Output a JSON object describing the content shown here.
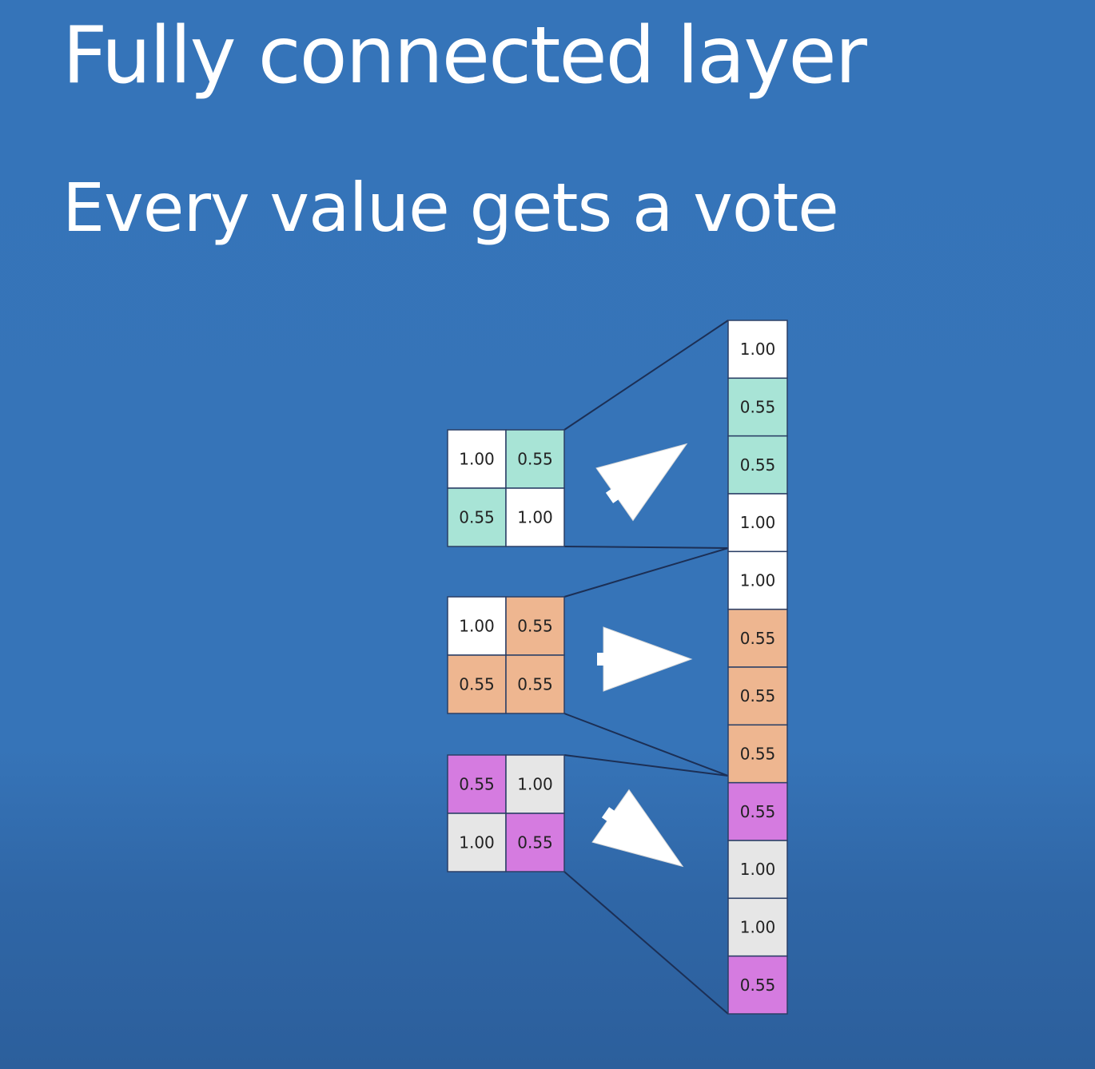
{
  "slide": {
    "title": "Fully connected layer",
    "subtitle": "Every value gets a vote"
  },
  "colors": {
    "background": "#3574b9",
    "white": "#ffffff",
    "light_gray": "#e6e6e6",
    "teal": "#a8e4d6",
    "peach": "#eeb690",
    "magenta": "#d57be0",
    "line": "#1c2f55",
    "arrow": "#ffffff"
  },
  "diagram": {
    "input_grids": [
      {
        "name": "grid-1",
        "direction": "up-right",
        "cells": [
          {
            "value": "1.00",
            "color": "white"
          },
          {
            "value": "0.55",
            "color": "teal"
          },
          {
            "value": "0.55",
            "color": "teal"
          },
          {
            "value": "1.00",
            "color": "white"
          }
        ]
      },
      {
        "name": "grid-2",
        "direction": "right",
        "cells": [
          {
            "value": "1.00",
            "color": "white"
          },
          {
            "value": "0.55",
            "color": "peach"
          },
          {
            "value": "0.55",
            "color": "peach"
          },
          {
            "value": "0.55",
            "color": "peach"
          }
        ]
      },
      {
        "name": "grid-3",
        "direction": "down-right",
        "cells": [
          {
            "value": "0.55",
            "color": "magenta"
          },
          {
            "value": "1.00",
            "color": "light_gray"
          },
          {
            "value": "1.00",
            "color": "light_gray"
          },
          {
            "value": "0.55",
            "color": "magenta"
          }
        ]
      }
    ],
    "output_column": [
      {
        "value": "1.00",
        "color": "white"
      },
      {
        "value": "0.55",
        "color": "teal"
      },
      {
        "value": "0.55",
        "color": "teal"
      },
      {
        "value": "1.00",
        "color": "white"
      },
      {
        "value": "1.00",
        "color": "white"
      },
      {
        "value": "0.55",
        "color": "peach"
      },
      {
        "value": "0.55",
        "color": "peach"
      },
      {
        "value": "0.55",
        "color": "peach"
      },
      {
        "value": "0.55",
        "color": "magenta"
      },
      {
        "value": "1.00",
        "color": "light_gray"
      },
      {
        "value": "1.00",
        "color": "light_gray"
      },
      {
        "value": "0.55",
        "color": "magenta"
      }
    ]
  }
}
